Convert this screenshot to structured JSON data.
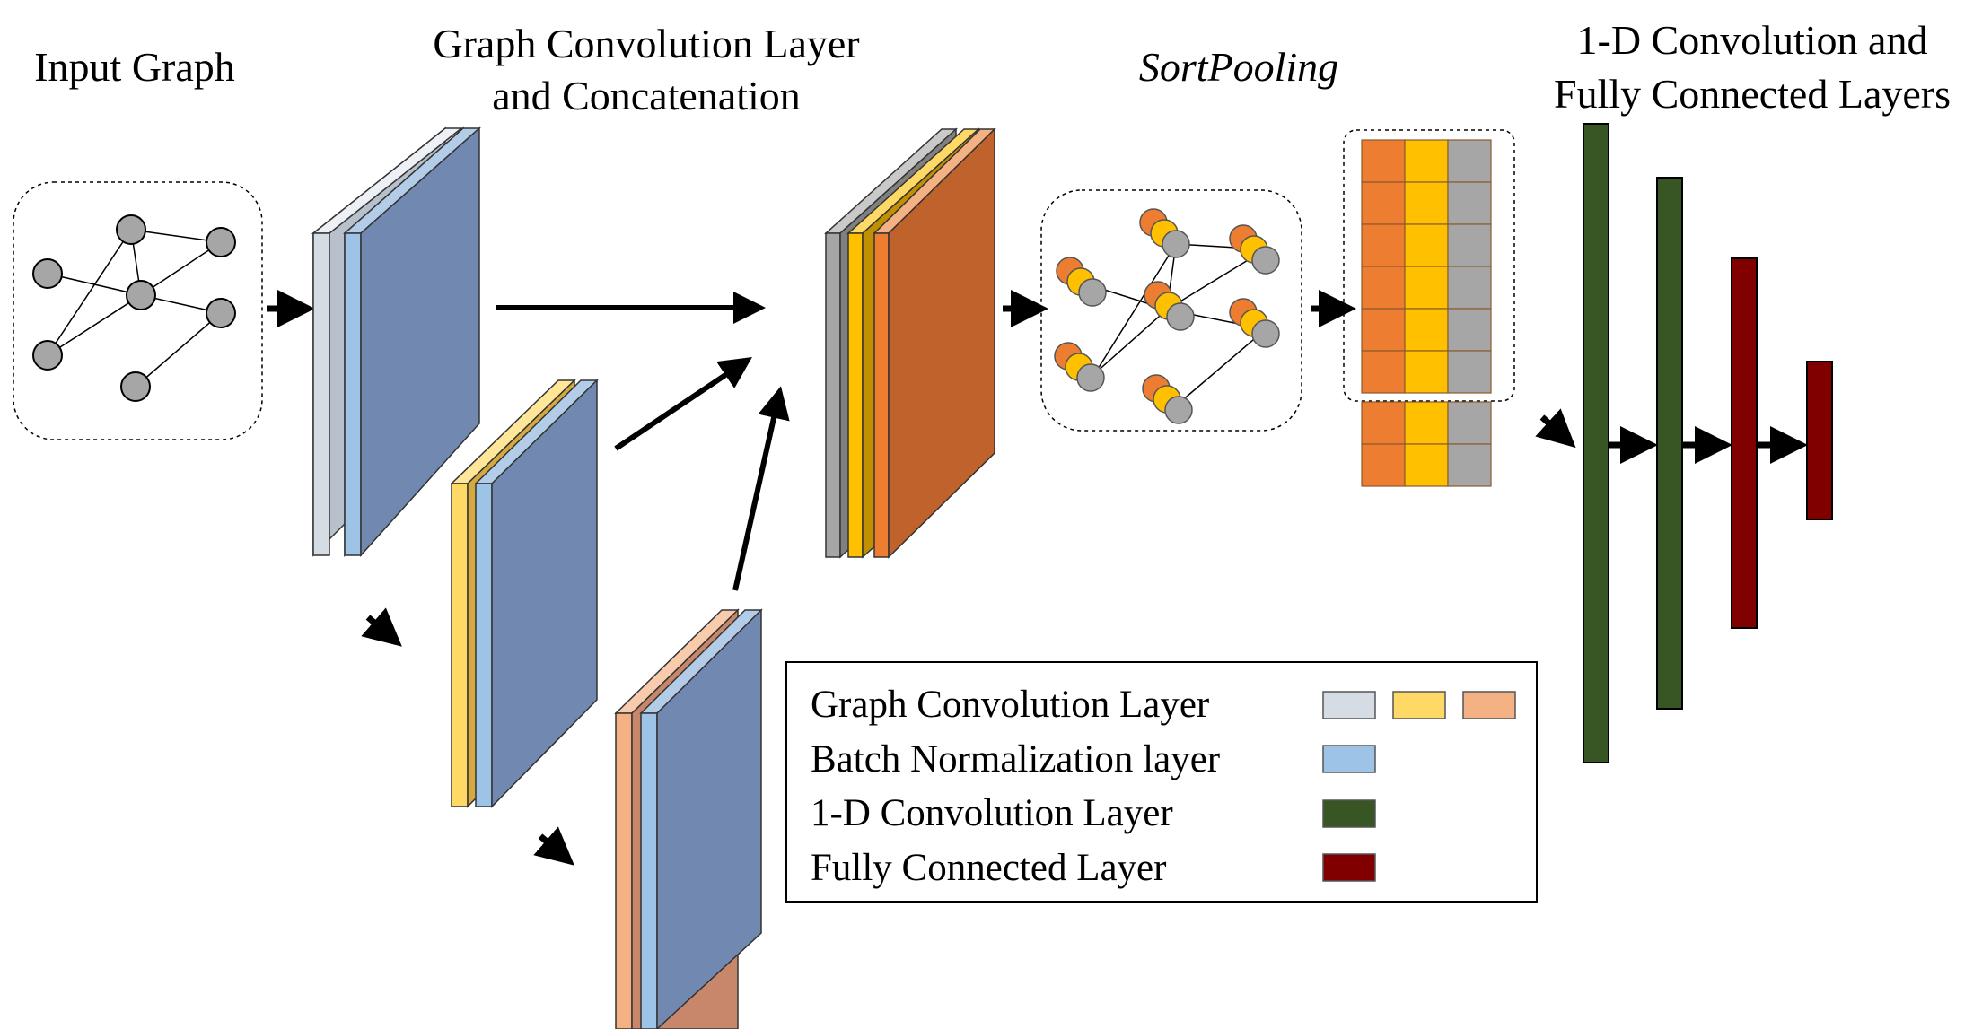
{
  "headings": {
    "input_graph": "Input Graph",
    "gcn_line1": "Graph Convolution Layer",
    "gcn_line2": "and Concatenation",
    "sortpooling": "SortPooling",
    "conv_line1": "1-D Convolution and",
    "conv_line2": "Fully Connected Layers"
  },
  "legend": {
    "items": [
      {
        "label": "Graph Convolution Layer",
        "swatches": [
          "#d6dce4",
          "#ffd966",
          "#f4b183"
        ]
      },
      {
        "label": "Batch Normalization layer",
        "swatches": [
          "#9dc3e6"
        ]
      },
      {
        "label": "1-D Convolution Layer",
        "swatches": [
          "#375623"
        ]
      },
      {
        "label": "Fully Connected Layer",
        "swatches": [
          "#800000"
        ]
      }
    ]
  },
  "colors": {
    "gcn_layer_1": "#d6dce4",
    "gcn_layer_2": "#ffd966",
    "gcn_layer_3": "#f4b183",
    "batch_norm": "#9dc3e6",
    "batch_norm_face": "#7189b1",
    "concat_gray": "#a6a6a6",
    "concat_yellow": "#ffc000",
    "concat_orange": "#ed7d31",
    "concat_face": "#c0622b",
    "conv1d": "#375623",
    "fully_connected": "#800000",
    "graph_node": "#a6a6a6"
  }
}
